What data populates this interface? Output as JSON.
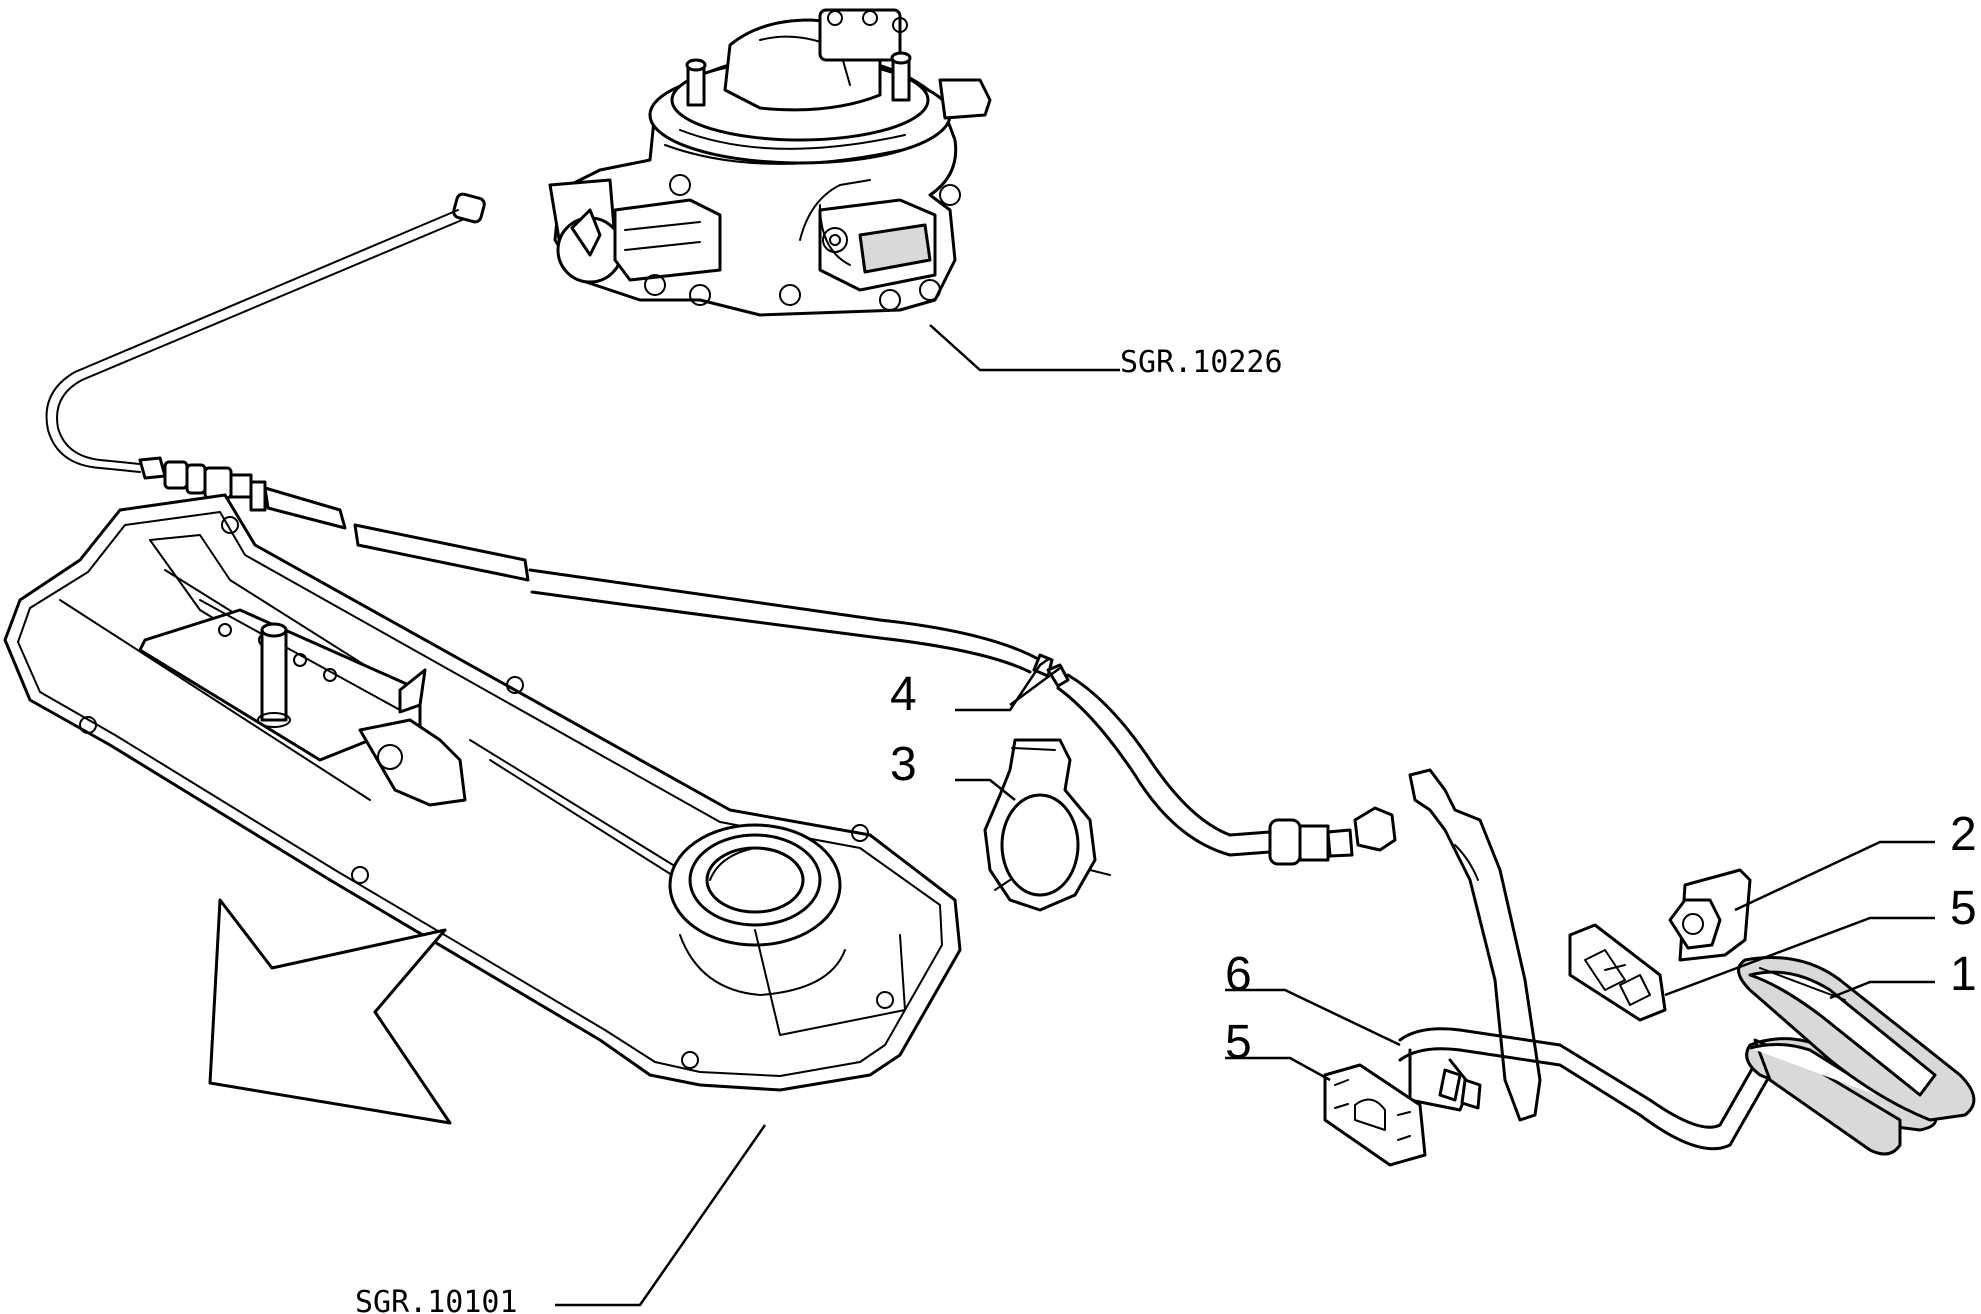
{
  "callouts": {
    "c1": "1",
    "c2": "2",
    "c3": "3",
    "c4": "4",
    "c5a": "5",
    "c5b": "5",
    "c6": "6"
  },
  "references": {
    "carburetor": "SGR.10226",
    "rocker_cover": "SGR.10101"
  }
}
